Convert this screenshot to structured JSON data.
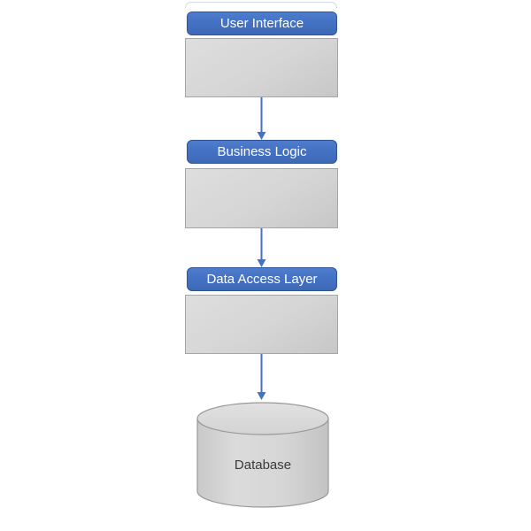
{
  "diagram": {
    "type": "layered-architecture-flow",
    "layers": [
      {
        "label": "User Interface"
      },
      {
        "label": "Business Logic"
      },
      {
        "label": "Data Access Layer"
      }
    ],
    "datastore": {
      "label": "Database",
      "shape": "cylinder"
    },
    "connectors": [
      {
        "from": "User Interface",
        "to": "Business Logic",
        "style": "arrow-down"
      },
      {
        "from": "Business Logic",
        "to": "Data Access Layer",
        "style": "arrow-down"
      },
      {
        "from": "Data Access Layer",
        "to": "Database",
        "style": "arrow-down"
      }
    ],
    "colors": {
      "accent_blue": "#4472C4",
      "blue_border": "#2F5597",
      "header_text": "#FFFFFF",
      "gray_fill_light": "#DEDEDE",
      "gray_fill_dark": "#C7C7C7",
      "gray_border": "#A6A6A6",
      "cylinder_fill": "#D4D4D4",
      "cylinder_top_fill": "#DDDDDD",
      "cylinder_border": "#999999",
      "label_text": "#3A3A3A"
    }
  }
}
